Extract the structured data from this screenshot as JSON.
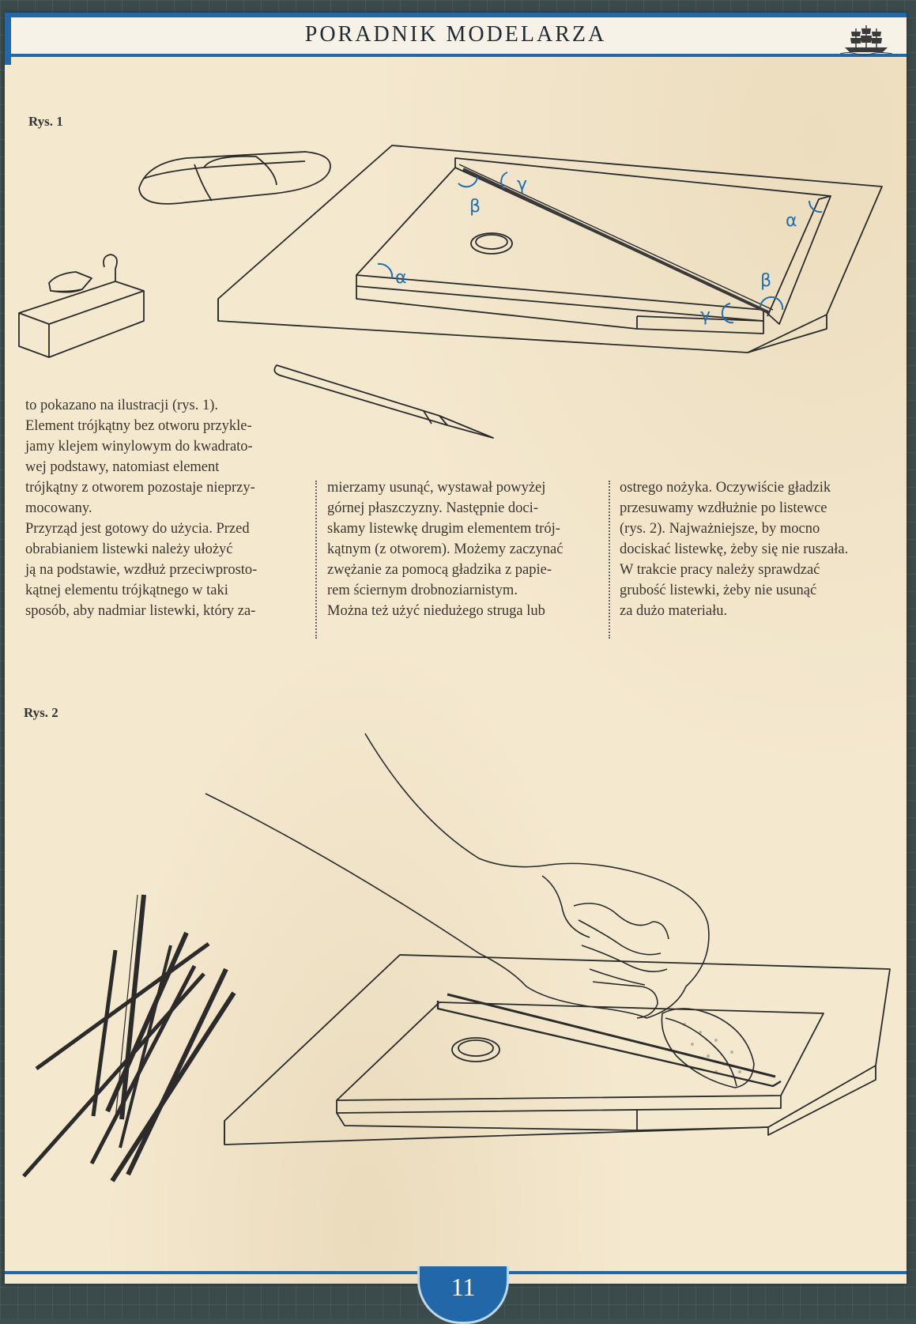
{
  "header": {
    "title": "PORADNIK MODELARZA"
  },
  "figures": {
    "fig1_label": "Rys. 1",
    "fig2_label": "Rys. 2",
    "angle_labels": {
      "alpha": "α",
      "beta": "β",
      "gamma": "γ"
    }
  },
  "text": {
    "col1": [
      "to pokazano na ilustracji (rys. 1).",
      "Element trójkątny bez otworu przykle-",
      "jamy klejem winylowym do kwadrato-",
      "wej podstawy, natomiast element",
      "trójkątny z otworem pozostaje nieprzy-",
      "mocowany.",
      "Przyrząd jest gotowy do użycia. Przed",
      "obrabianiem listewki należy ułożyć",
      "ją na podstawie, wzdłuż przeciwprosto-",
      "kątnej elementu trójkątnego w taki",
      "sposób, aby nadmiar listewki, który za-"
    ],
    "col2": [
      "mierzamy usunąć, wystawał powyżej",
      "górnej płaszczyzny. Następnie doci-",
      "skamy listewkę drugim elementem trój-",
      "kątnym (z otworem). Możemy zaczynać",
      "zwężanie za pomocą gładzika z papie-",
      "rem ściernym drobnoziarnistym.",
      "Można też użyć niedużego struga lub"
    ],
    "col3": [
      "ostrego nożyka. Oczywiście gładzik",
      "przesuwamy wzdłużnie po listewce",
      "(rys. 2). Najważniejsze, by mocno",
      "dociskać listewkę, żeby się nie ruszała.",
      "W trakcie pracy należy sprawdzać",
      "grubość listewki, żeby nie usunąć",
      "za dużo materiału."
    ]
  },
  "footer": {
    "page_number": "11"
  },
  "colors": {
    "accent": "#2268a8",
    "paper": "#f4e8cf",
    "angle_marks": "#1f6fb5"
  }
}
